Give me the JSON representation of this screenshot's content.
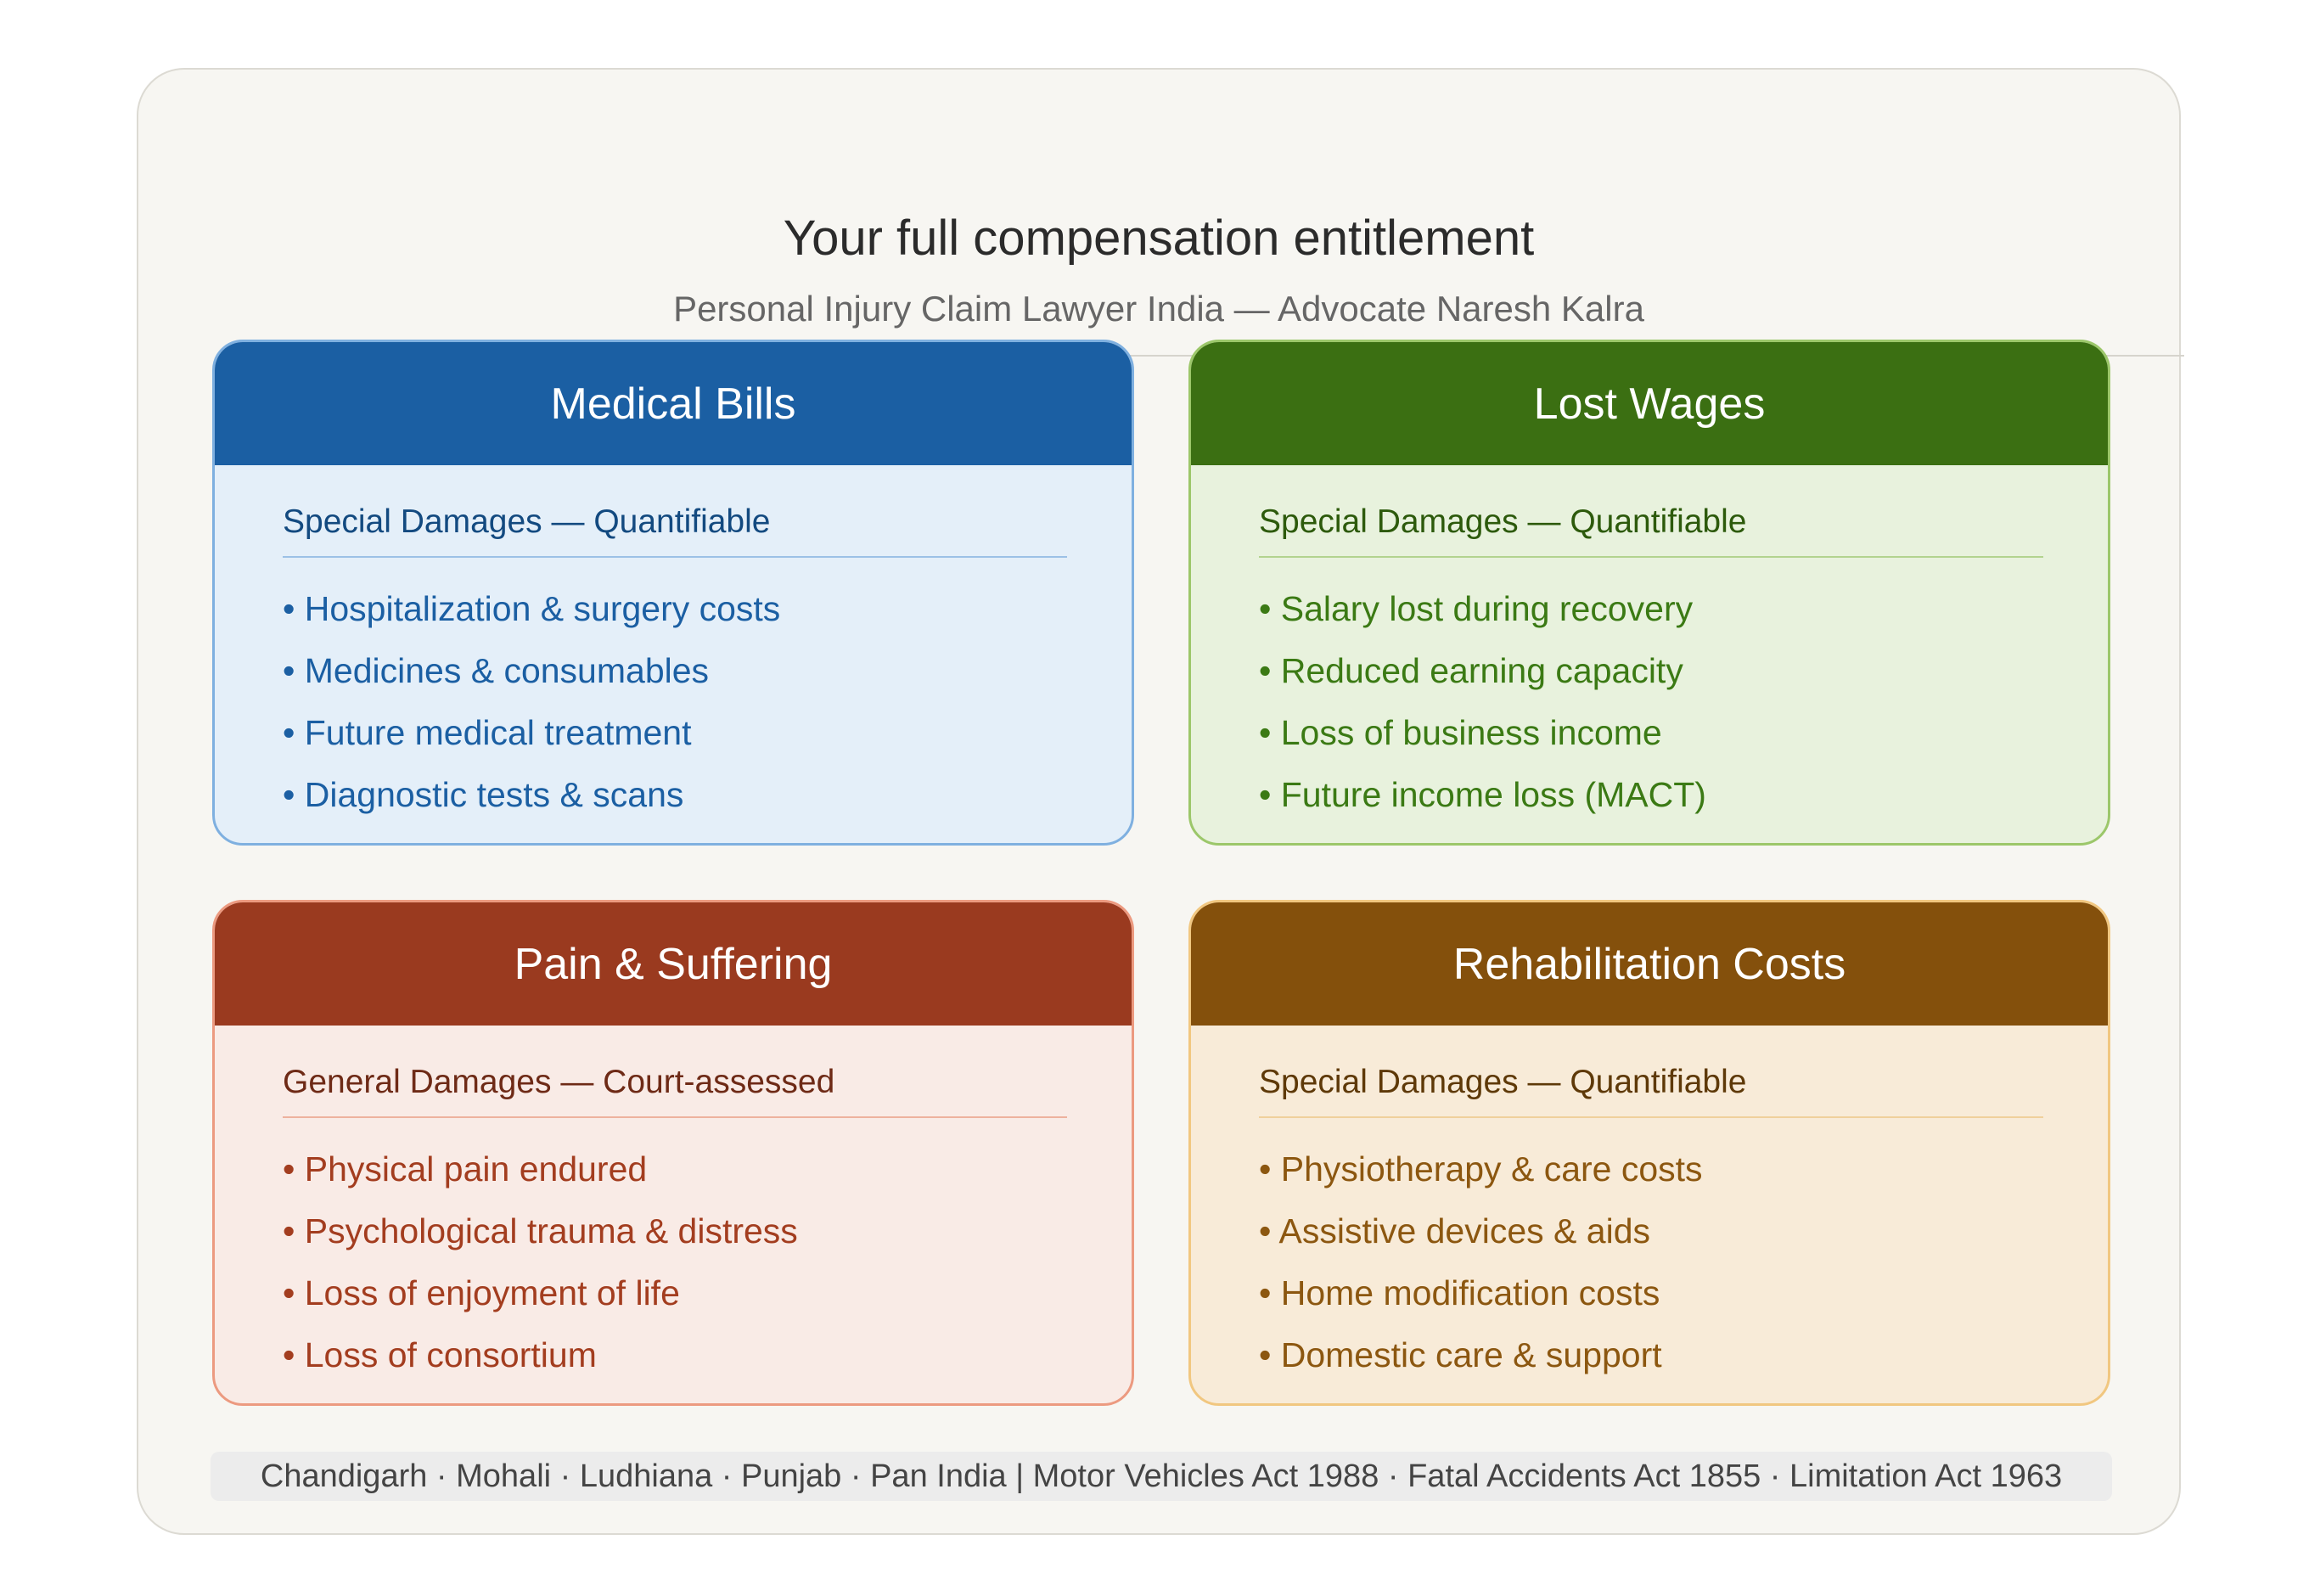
{
  "header": {
    "title": "Your full compensation entitlement",
    "subtitle": "Personal Injury Claim Lawyer India — Advocate Naresh Kalra"
  },
  "cards": [
    {
      "title": "Medical Bills",
      "subtitle": "Special Damages — Quantifiable",
      "items": [
        "• Hospitalization & surgery costs",
        "• Medicines & consumables",
        "• Future medical treatment",
        "• Diagnostic tests & scans"
      ],
      "colors": {
        "header": "#1b5fa3",
        "body": "#e4eff9",
        "border": "#7fb0e0",
        "subtitle": "#134a80",
        "item": "#1b5fa3",
        "rule": "#9cc1e6"
      }
    },
    {
      "title": "Lost Wages",
      "subtitle": "Special Damages — Quantifiable",
      "items": [
        "• Salary lost during recovery",
        "• Reduced earning capacity",
        "• Loss of business income",
        "• Future income loss (MACT)"
      ],
      "colors": {
        "header": "#3b6f12",
        "body": "#e8f2dd",
        "border": "#9cc76a",
        "subtitle": "#2d5a0c",
        "item": "#3b7a14",
        "rule": "#b3d38f"
      }
    },
    {
      "title": "Pain & Suffering",
      "subtitle": "General Damages — Court-assessed",
      "items": [
        "• Physical pain endured",
        "• Psychological trauma & distress",
        "• Loss of enjoyment of life",
        "• Loss of consortium"
      ],
      "colors": {
        "header": "#9a3a1f",
        "body": "#f9ebe6",
        "border": "#ec9a80",
        "subtitle": "#6e2a16",
        "item": "#a33d1f",
        "rule": "#eeb29e"
      }
    },
    {
      "title": "Rehabilitation Costs",
      "subtitle": "Special Damages — Quantifiable",
      "items": [
        "• Physiotherapy & care costs",
        "• Assistive devices & aids",
        "• Home modification costs",
        "• Domestic care & support"
      ],
      "colors": {
        "header": "#84500c",
        "body": "#f8ebd8",
        "border": "#f1c780",
        "subtitle": "#5e3908",
        "item": "#8c5710",
        "rule": "#f0d09c"
      }
    }
  ],
  "footer": {
    "text": "Chandigarh · Mohali · Ludhiana · Punjab · Pan India | Motor Vehicles Act 1988 · Fatal Accidents Act 1855 · Limitation Act 1963"
  }
}
